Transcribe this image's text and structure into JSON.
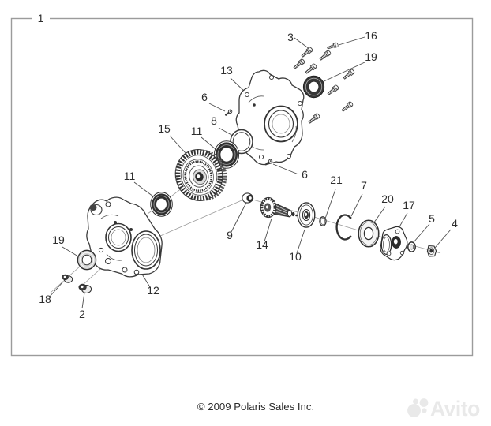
{
  "diagram": {
    "type": "exploded-parts-diagram",
    "border_color": "#9b9b9b",
    "line_color": "#3b3b3b"
  },
  "callouts": [
    "1",
    "2",
    "3",
    "4",
    "5",
    "6",
    "6",
    "7",
    "8",
    "9",
    "10",
    "11",
    "11",
    "12",
    "13",
    "14",
    "15",
    "16",
    "17",
    "18",
    "19",
    "19",
    "20",
    "21"
  ],
  "footer": {
    "copyright": "© 2009 Polaris Sales Inc."
  },
  "watermark": {
    "brand": "Avito"
  }
}
